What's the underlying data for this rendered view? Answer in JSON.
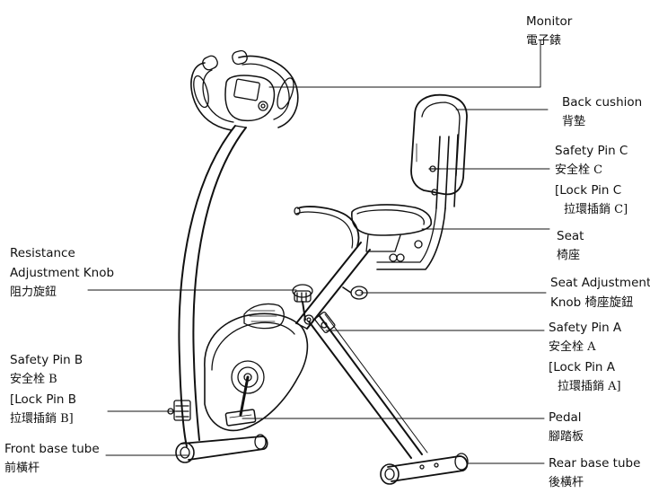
{
  "labels": {
    "monitor": {
      "en": "Monitor",
      "zh": "電子錶"
    },
    "back_cushion": {
      "en": "Back cushion",
      "zh": "背墊"
    },
    "safety_pin_c": {
      "en": "Safety Pin C",
      "zh": "安全栓 C",
      "lock_en": "[Lock Pin C",
      "lock_zh": "拉環插銷 C]"
    },
    "seat": {
      "en": "Seat",
      "zh": "椅座"
    },
    "resistance_knob": {
      "en1": "Resistance",
      "en2": "Adjustment Knob",
      "zh": "阻力旋鈕"
    },
    "seat_adjustment_knob": {
      "en1": "Seat Adjustment",
      "en2": "Knob 椅座旋鈕"
    },
    "safety_pin_a": {
      "en": "Safety Pin A",
      "zh": "安全栓  A",
      "lock_en": "[Lock Pin A",
      "lock_zh": "拉環插銷 A]"
    },
    "safety_pin_b": {
      "en": "Safety Pin B",
      "zh": "安全栓  B",
      "lock_en": "[Lock Pin B",
      "lock_zh": "拉環插銷 B]"
    },
    "pedal": {
      "en": "Pedal",
      "zh": "腳踏板"
    },
    "front_base_tube": {
      "en": "Front base tube",
      "zh": "前橫杆"
    },
    "rear_base_tube": {
      "en": "Rear base tube",
      "zh": "後橫杆"
    }
  }
}
